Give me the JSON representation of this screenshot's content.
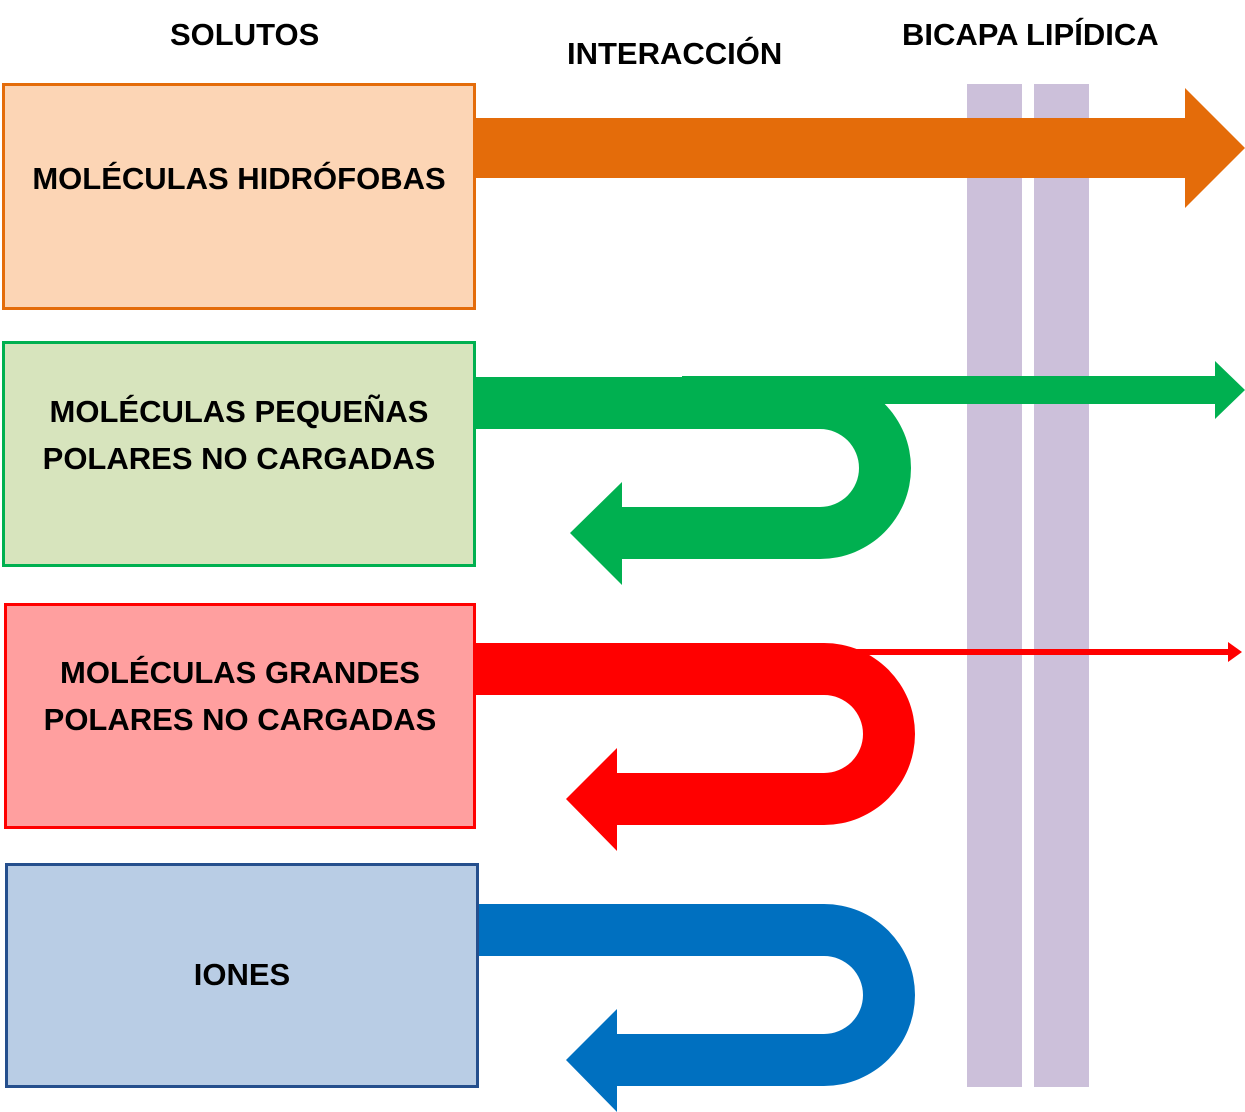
{
  "headers": {
    "solutos": "SOLUTOS",
    "interaccion": "INTERACCIÓN",
    "bicapa": "BICAPA LIPÍDICA"
  },
  "solutes": [
    {
      "label": "MOLÉCULAS HIDRÓFOBAS",
      "interaction": "pass",
      "color": "#e46c0a"
    },
    {
      "label": "MOLÉCULAS PEQUEÑAS\nPOLARES NO CARGADAS",
      "interaction": "mostly-reflected, some pass",
      "color": "#00b050"
    },
    {
      "label": "MOLÉCULAS GRANDES\nPOLARES NO CARGADAS",
      "interaction": "reflected, trace pass",
      "color": "#ff0000"
    },
    {
      "label": "IONES",
      "interaction": "reflected",
      "color": "#0070c0"
    }
  ],
  "colors": {
    "bilayer": "#ccc0da"
  }
}
